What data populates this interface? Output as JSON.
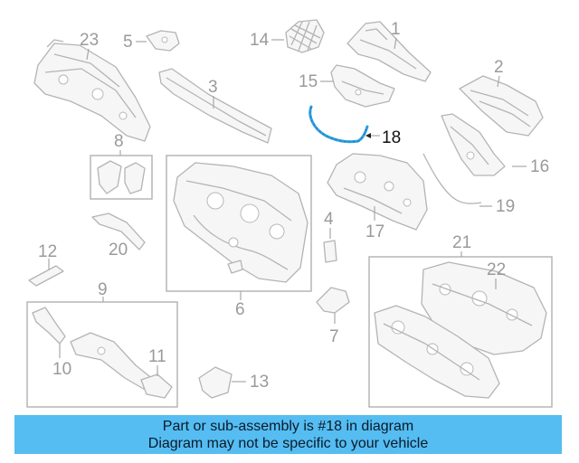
{
  "labels": {
    "p1": "1",
    "p2": "2",
    "p3": "3",
    "p4": "4",
    "p5": "5",
    "p6": "6",
    "p7": "7",
    "p8": "8",
    "p9": "9",
    "p10": "10",
    "p11": "11",
    "p12": "12",
    "p13": "13",
    "p14": "14",
    "p15": "15",
    "p16": "16",
    "p17": "17",
    "p18": "18",
    "p19": "19",
    "p20": "20",
    "p21": "21",
    "p22": "22",
    "p23": "23"
  },
  "highlight_part": "18",
  "colors": {
    "highlight_stroke": "#2e9fe0",
    "banner_bg": "#55bdf2",
    "part_stroke": "#b4b4b4"
  },
  "banner": {
    "line1": "Part or sub-assembly is #18 in diagram",
    "line2": "Diagram may not be specific to your vehicle"
  }
}
